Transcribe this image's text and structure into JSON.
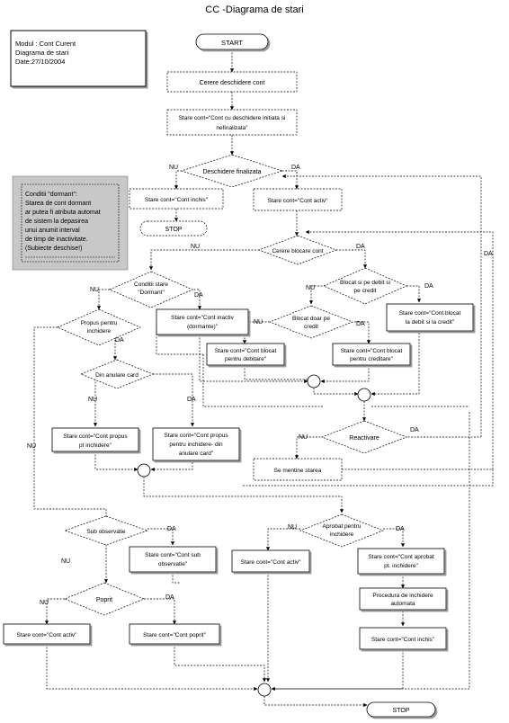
{
  "title": "CC -Diagrama de stari",
  "header_box": {
    "lines": [
      "Modul : Cont Curent",
      "Diagrama de stari",
      "Date:27/10/2004"
    ]
  },
  "note": {
    "lines": [
      "Conditii \"dormant\":",
      "Starea de cont dormant",
      "ar putea fi atributa automat",
      "de sistem la depasirea",
      "unui anumit interval",
      "de timp de inactivitate.",
      "(Subiecte deschise!)"
    ]
  },
  "nodes": {
    "start": "START",
    "cerere_deschidere": "Cerere deschidere cont",
    "stare_initiata": [
      "Stare cont=\"Cont cu deschidere initiata si",
      "nefinalizata\""
    ],
    "deschidere_finalizata": "Deschidere finalizata",
    "cont_inchis_1": "Stare cont=\"Cont inchis\"",
    "stop_1": "STOP",
    "cont_activ_1": "Stare cont=\"Cont activ\"",
    "cerere_blocare": "Cerere blocare cont",
    "conditii_dormant": [
      "Conditii stare",
      "\"Dormant\""
    ],
    "blocat_debit_credit": [
      "Blocat si pe debit si",
      "pe credit"
    ],
    "cont_inactiv": [
      "Stare cont=\"Cont inactiv",
      "(dormante)\""
    ],
    "blocat_doar_credit": [
      "Blocat doar pe",
      "credit"
    ],
    "cont_blocat_debit_credit": [
      "Stare cont=\"Cont blocat",
      "la debit si la credit\""
    ],
    "cont_blocat_debitare": [
      "Stare cont=\"Cont blocat",
      "pentru debitare\""
    ],
    "cont_blocat_creditare": [
      "Stare cont=\"Cont blocat",
      "pentru creditare\""
    ],
    "propus_inchidere": [
      "Propus pentru",
      "inchidere"
    ],
    "din_anulare_card": "Din anulare card",
    "propus_pt_inchidere": [
      "Stare cont=\"Cont  propus",
      "pt inchidere\""
    ],
    "propus_din_anulare": [
      "Stare cont=\"Cont propus",
      "pentru inchidere- din",
      "anulare card\""
    ],
    "reactivare": "Reactivare",
    "se_mentine": "Se mentine starea",
    "sub_observatie": "Sub observatie",
    "cont_sub_observatie": [
      "Stare cont=\"Cont sub",
      "observatie\""
    ],
    "aprobat_inchidere": [
      "Aprobat pentru",
      "inchidere"
    ],
    "cont_activ_2": "Stare cont=\"Cont activ\"",
    "cont_aprobat": [
      "Stare cont=\"Cont aprobat",
      "pt. inchidere\""
    ],
    "poprit": "Poprit",
    "cont_activ_3": "Stare cont=\"Cont activ\"",
    "cont_poprit": "Stare cont=\"Cont poprit\"",
    "procedura_inchidere": [
      "Procedura de inchidere",
      "automata"
    ],
    "cont_inchis_2": "Stare cont=\"Cont inchis\"",
    "stop_2": "STOP"
  },
  "labels": {
    "nu": "NU",
    "da": "DA"
  }
}
